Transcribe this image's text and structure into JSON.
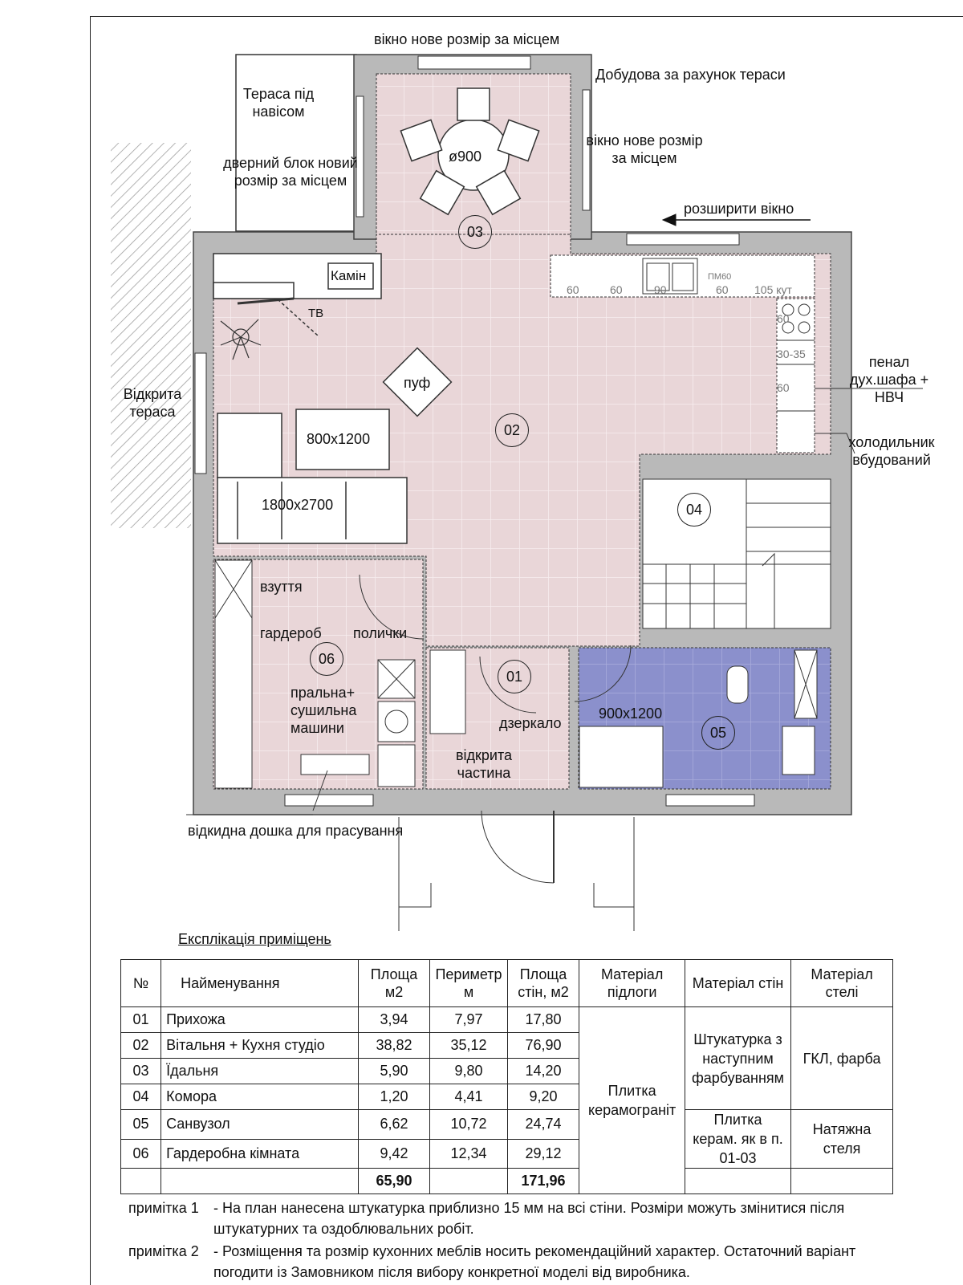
{
  "plan": {
    "labels": {
      "window_top": "вікно нове розмір за місцем",
      "extension": "Добудова за рахунок тераси",
      "terrace_covered": "Тераса під навісом",
      "door_block": "дверний блок новий розмір за місцем",
      "window_right": "вікно нове розмір за місцем",
      "widen_window": "розширити вікно",
      "fireplace": "Камін",
      "tv": "ТВ",
      "table_dia": "ø900",
      "pouf": "пуф",
      "rug": "800x1200",
      "sofa": "1800x2700",
      "open_terrace": "Відкрита тераса",
      "oven_column": "пенал дух.шафа + НВЧ",
      "fridge": "холодильник вбудований",
      "shoes": "взуття",
      "wardrobe": "гардероб",
      "shelves": "полички",
      "washer": "пральна+ сушильна машини",
      "mirror": "дзеркало",
      "open_part": "відкрита частина",
      "shower": "900x1200",
      "ironing_board": "відкидна дошка для прасування"
    },
    "kitchen_modules": [
      "60",
      "60",
      "90",
      "ПМ60",
      "60",
      "105 кут"
    ],
    "kitchen_side_modules": [
      "60",
      "30-35",
      "60"
    ],
    "room_numbers": [
      "01",
      "02",
      "03",
      "04",
      "05",
      "06"
    ]
  },
  "explication": {
    "title": "Експлікація приміщень",
    "headers": [
      "№",
      "Найменування",
      "Площа м2",
      "Периметр м",
      "Площа стін, м2",
      "Матеріал підлоги",
      "Матеріал стін",
      "Матеріал стелі"
    ],
    "rows": [
      {
        "no": "01",
        "name": "Прихожа",
        "area": "3,94",
        "perimeter": "7,97",
        "walls": "17,80"
      },
      {
        "no": "02",
        "name": "Вітальня + Кухня студіо",
        "area": "38,82",
        "perimeter": "35,12",
        "walls": "76,90"
      },
      {
        "no": "03",
        "name": "Їдальня",
        "area": "5,90",
        "perimeter": "9,80",
        "walls": "14,20"
      },
      {
        "no": "04",
        "name": "Комора",
        "area": "1,20",
        "perimeter": "4,41",
        "walls": "9,20"
      },
      {
        "no": "05",
        "name": "Санвузол",
        "area": "6,62",
        "perimeter": "10,72",
        "walls": "24,74"
      },
      {
        "no": "06",
        "name": "Гардеробна кімната",
        "area": "9,42",
        "perimeter": "12,34",
        "walls": "29,12"
      }
    ],
    "floor_material": "Плитка керамограніт",
    "wall_material_1": "Штукатурка з наступним фарбуванням",
    "wall_material_2": "Плитка керам. як в п. 01-03",
    "ceiling_material_1": "ГКЛ, фарба",
    "ceiling_material_2": "Натяжна стеля",
    "total_area": "65,90",
    "total_walls": "171,96"
  },
  "notes": [
    {
      "key": "примітка 1",
      "text": "- На план нанесена штукатурка приблизно 15 мм на всі стіни. Розміри можуть змінитися після штукатурних та оздоблювальних робіт."
    },
    {
      "key": "примітка 2",
      "text": "- Розміщення та розмір кухонних меблів носить рекомендаційний характер. Остаточний варіант погодити із Замовником після вибору конкретної моделі від виробника."
    }
  ],
  "colors": {
    "floor_tile": "#e9d6d8",
    "bath_tile": "#8b90cc",
    "wall": "#b9b9b9"
  }
}
